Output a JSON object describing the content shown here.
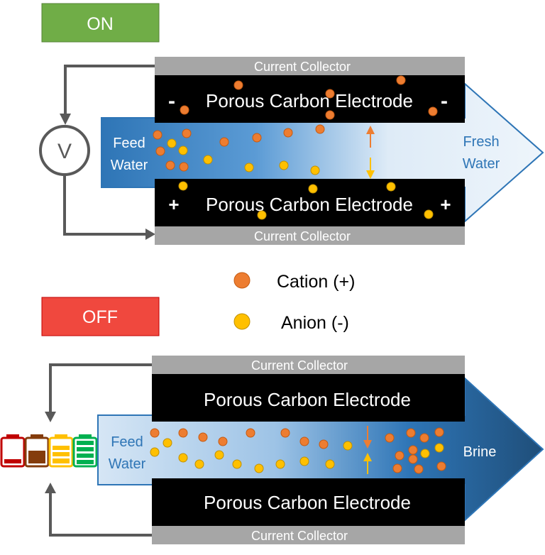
{
  "top_panel": {
    "state_label": "ON",
    "state_color": "#70ad47",
    "top_collector": "Current Collector",
    "bottom_collector": "Current Collector",
    "top_electrode": "Porous Carbon Electrode",
    "bottom_electrode": "Porous Carbon Electrode",
    "top_sign_left": "-",
    "top_sign_right": "-",
    "bottom_sign_left": "+",
    "bottom_sign_right": "+",
    "feed_line1": "Feed",
    "feed_line2": "Water",
    "out_line1": "Fresh",
    "out_line2": "Water",
    "voltmeter": "V"
  },
  "legend": {
    "cation": "Cation (+)",
    "anion": "Anion (-)"
  },
  "bottom_panel": {
    "state_label": "OFF",
    "state_color": "#f0483e",
    "top_collector": "Current Collector",
    "bottom_collector": "Current Collector",
    "top_electrode": "Porous Carbon Electrode",
    "bottom_electrode": "Porous Carbon Electrode",
    "feed_line1": "Feed",
    "feed_line2": "Water",
    "out_label": "Brine"
  },
  "colors": {
    "cation": "#ed7d31",
    "anion": "#ffc000",
    "collector": "#a6a6a6",
    "electrode": "#000000",
    "feed_blue": "#2e75b6",
    "brine_blue": "#1f4e79",
    "wire": "#595959"
  }
}
